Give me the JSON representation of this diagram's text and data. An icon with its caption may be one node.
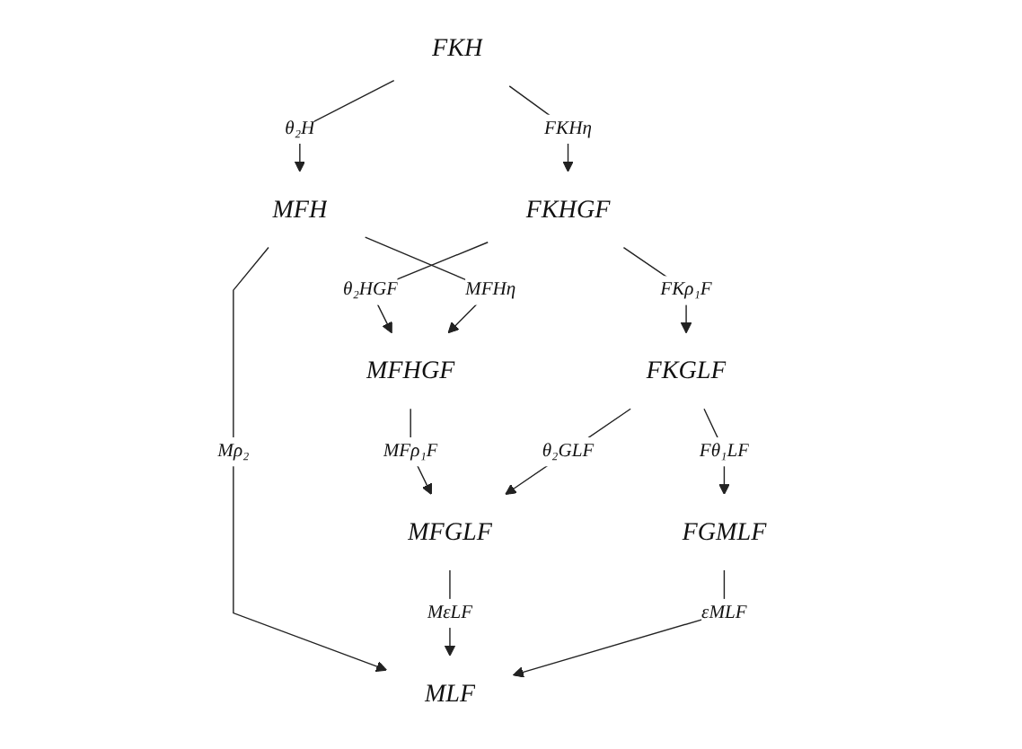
{
  "diagram": {
    "nodes": [
      {
        "text": [
          "FKH"
        ]
      },
      {
        "text": [
          "FKHGF"
        ]
      },
      {
        "text": [
          "MFH"
        ]
      },
      {
        "text": [
          "MFHGF"
        ]
      },
      {
        "text": [
          "FKGLF"
        ]
      },
      {
        "text": [
          "MFGLF"
        ]
      },
      {
        "text": [
          "MLF"
        ]
      },
      {
        "text": [
          "FGMLF"
        ]
      }
    ],
    "edges": [
      {
        "from": 0,
        "to": 1,
        "arrow": "to",
        "label": "FKHη"
      },
      {
        "from": 0,
        "to": 2,
        "arrow": "to",
        "label": "θ₂H"
      },
      {
        "from": 1,
        "to": 3,
        "arrow": "to",
        "label": "θ₂HGF"
      },
      {
        "from": 1,
        "to": 4,
        "arrow": "to",
        "label": "FKρ₁F"
      },
      {
        "from": 2,
        "to": 3,
        "arrow": "to",
        "label": "MFHη"
      },
      {
        "from": 2,
        "to": 6,
        "arrow": "to",
        "label": "Mρ₂"
      },
      {
        "from": 3,
        "to": 5,
        "arrow": "to",
        "label": "MFρ₁F"
      },
      {
        "from": 4,
        "to": 5,
        "arrow": "to",
        "label": "θ₂GLF"
      },
      {
        "from": 4,
        "to": 7,
        "arrow": "to",
        "label": "Fθ₁LF"
      },
      {
        "from": 5,
        "to": 6,
        "arrow": "to",
        "label": "MεLF"
      },
      {
        "from": 7,
        "to": 6,
        "arrow": "to",
        "label": "εMLF"
      }
    ]
  }
}
